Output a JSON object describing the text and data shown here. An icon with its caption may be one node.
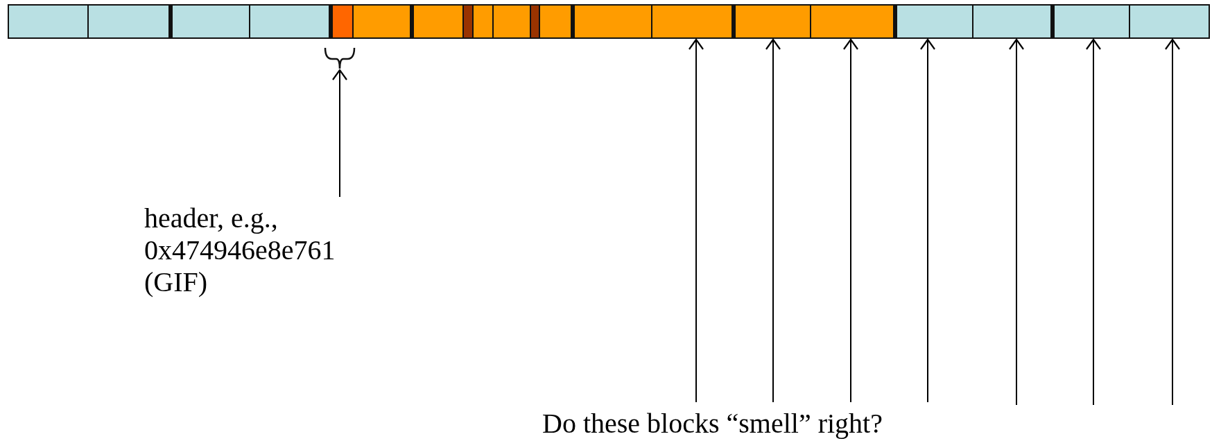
{
  "diagram": {
    "nodes": [
      {
        "text": [],
        "shape": "box"
      },
      {
        "text": [],
        "shape": "box"
      },
      {
        "text": [],
        "shape": "box"
      },
      {
        "text": [],
        "shape": "box"
      },
      {
        "text": [],
        "shape": "box"
      },
      {
        "text": [],
        "shape": "box",
        "in": 4
      },
      {
        "text": [],
        "shape": "box"
      },
      {
        "text": [],
        "shape": "box"
      },
      {
        "text": [],
        "shape": "box"
      },
      {
        "text": [],
        "shape": "box"
      },
      {
        "text": [],
        "shape": "box"
      },
      {
        "text": [],
        "shape": "box"
      },
      {
        "text": [],
        "shape": "box"
      },
      {
        "text": [],
        "shape": "box"
      },
      {
        "text": [],
        "shape": "box"
      },
      {
        "text": [],
        "shape": "box"
      },
      {
        "text": [],
        "shape": "brace"
      },
      {
        "text": [
          "header, e.g., 0x474946e8e761 (GIF)"
        ]
      },
      {
        "text": [
          "Do these blocks “smell” right?"
        ]
      }
    ],
    "edges": [
      {
        "from": 17,
        "to": 16,
        "arrow": "to"
      },
      {
        "from": 18,
        "to": 9,
        "arrow": "to"
      },
      {
        "from": 18,
        "to": 10,
        "arrow": "to"
      },
      {
        "from": 18,
        "to": 11,
        "arrow": "to"
      },
      {
        "from": 18,
        "to": 12,
        "arrow": "to"
      },
      {
        "from": null,
        "to": 13,
        "arrow": "to"
      },
      {
        "from": null,
        "to": 14,
        "arrow": "to"
      },
      {
        "from": null,
        "to": 15,
        "arrow": "to"
      }
    ]
  }
}
